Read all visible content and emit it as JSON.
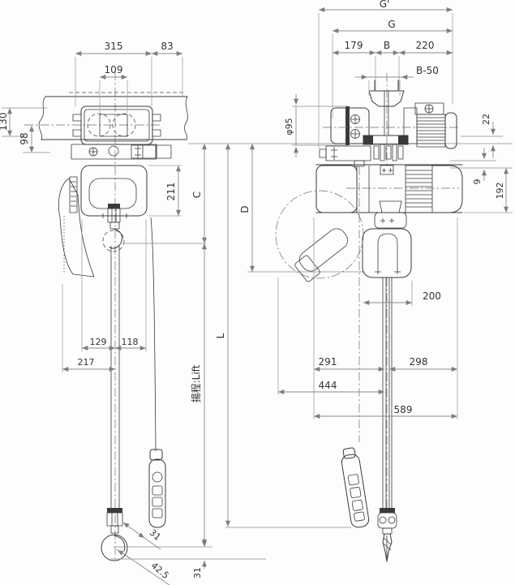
{
  "meta": {
    "drawing_type": "dimensional outline drawing",
    "subject": "electric chain hoist with motorized trolley",
    "views": [
      "front elevation",
      "side elevation"
    ]
  },
  "front": {
    "trolley_length": "315",
    "motor_overhang": "83",
    "bracket_width": "109",
    "side_height": "130",
    "wheel_height": "98",
    "body_height": "211",
    "headroom_label": "C",
    "cable_length_label": "L",
    "lift_label": "揚程:Lift",
    "chain_to_left_edge": "129",
    "chain_to_right_edge": "118",
    "chain_to_bracket": "217",
    "hook_diag": "31",
    "hook_opening": "42.5",
    "hook_saddle": "31"
  },
  "side": {
    "overall_width_label": "G'",
    "gauge_label": "G",
    "left_span": "179",
    "beam_width_label": "B",
    "right_span": "220",
    "wheel_gauge_label": "B-50",
    "wheel_dia": "φ95",
    "gap_22": "22",
    "gap_9": "9",
    "motor_height": "192",
    "body_extension": "200",
    "hook_to_left": "291",
    "hook_to_right": "298",
    "swing_radius": "444",
    "overall_length": "589",
    "headroom_label": "D"
  }
}
